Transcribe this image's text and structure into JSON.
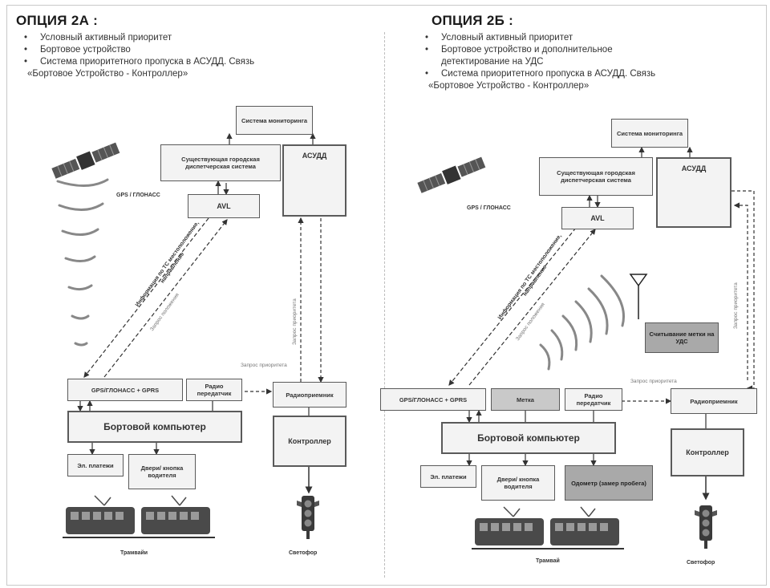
{
  "left": {
    "title": "ОПЦИЯ 2А :",
    "bullets": [
      "Условный активный приоритет",
      "Бортовое устройство",
      "Система приоритетного пропуска в АСУДД. Связь"
    ],
    "bullet_cont": "«Бортовое Устройство -  Контроллер»",
    "monitoring": "Система мониторинга",
    "dispatch": "Существующая городская диспетчерская система",
    "asudd": "АСУДД",
    "avl": "AVL",
    "gps_label": "GPS / ГЛОНАСС",
    "gps_gprs": "GPS/ГЛОНАСС + GPRS",
    "radio_tx": "Радио передатчик",
    "onboard": "Бортовой компьютер",
    "el_payments": "Эл. платежи",
    "doors": "Двери/ кнопка водителя",
    "radio_rx": "Радиоприемник",
    "controller": "Контроллер",
    "req_priority": "Запрос приоритета",
    "req_priority_v": "Запрос приоритета",
    "req_position": "Запрос положения",
    "onboard_info": "Информация по ТС местоположение, направление",
    "trams": "Трамвайи",
    "traffic_light": "Светофор"
  },
  "right": {
    "title": "ОПЦИЯ 2Б :",
    "bullets": [
      "Условный активный приоритет",
      "Бортовое устройство и дополнительное",
      "Система приоритетного пропуска в АСУДД. Связь"
    ],
    "bullet2_cont": "детектирование на УДС",
    "bullet_cont": "«Бортовое Устройство -  Контроллер»",
    "monitoring": "Система мониторинга",
    "dispatch": "Существующая городская диспетчерская система",
    "asudd": "АСУДД",
    "avl": "AVL",
    "gps_label": "GPS / ГЛОНАСС",
    "gps_gprs": "GPS/ГЛОНАСС + GPRS",
    "metka": "Метка",
    "radio_tx": "Радио передатчик",
    "onboard": "Бортовой компьютер",
    "el_payments": "Эл. платежи",
    "doors": "Двери/ кнопка водителя",
    "odometer": "Одометр (замер пробега)",
    "reading": "Считывание метки на УДС",
    "radio_rx": "Радиоприемник",
    "controller": "Контроллер",
    "req_priority": "Запрос приоритета",
    "req_priority_v": "Запрос приоритета",
    "req_position": "Запрос положения",
    "onboard_info": "Информация по ТС местоположение, направление",
    "tram": "Трамвай",
    "traffic_light": "Светофор"
  },
  "colors": {
    "box_fill": "#f3f3f3",
    "box_dark": "#a9a9a9",
    "border": "#5a5a5a"
  },
  "icons": [
    "satellite-icon",
    "signal-waves-icon",
    "antenna-icon",
    "tram-icon",
    "traffic-light-icon"
  ]
}
